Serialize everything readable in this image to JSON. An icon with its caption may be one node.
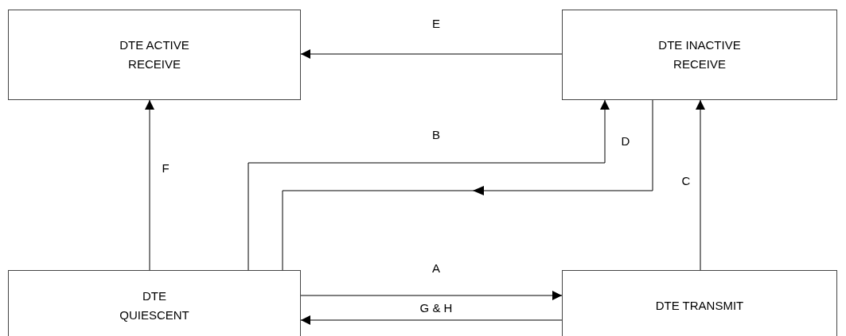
{
  "diagram": {
    "nodes": [
      {
        "text": [
          "DTE ACTIVE RECEIVE"
        ]
      },
      {
        "text": [
          "DTE INACTIVE RECEIVE"
        ]
      },
      {
        "text": [
          "DTE QUIESCENT"
        ]
      },
      {
        "text": [
          "DTE TRANSMIT"
        ]
      }
    ],
    "edges": [
      {
        "from": 1,
        "to": 0,
        "arrow": "to",
        "label": "E"
      },
      {
        "from": 2,
        "to": 0,
        "arrow": "to",
        "label": "F"
      },
      {
        "from": 2,
        "to": 1,
        "arrow": "to",
        "label": "B"
      },
      {
        "from": 1,
        "to": 2,
        "arrow": "to",
        "label": "D"
      },
      {
        "from": 3,
        "to": 1,
        "arrow": "to",
        "label": "C"
      },
      {
        "from": 2,
        "to": 3,
        "arrow": "to",
        "label": "A"
      },
      {
        "from": 3,
        "to": 2,
        "arrow": "to",
        "label": "G & H"
      }
    ]
  }
}
